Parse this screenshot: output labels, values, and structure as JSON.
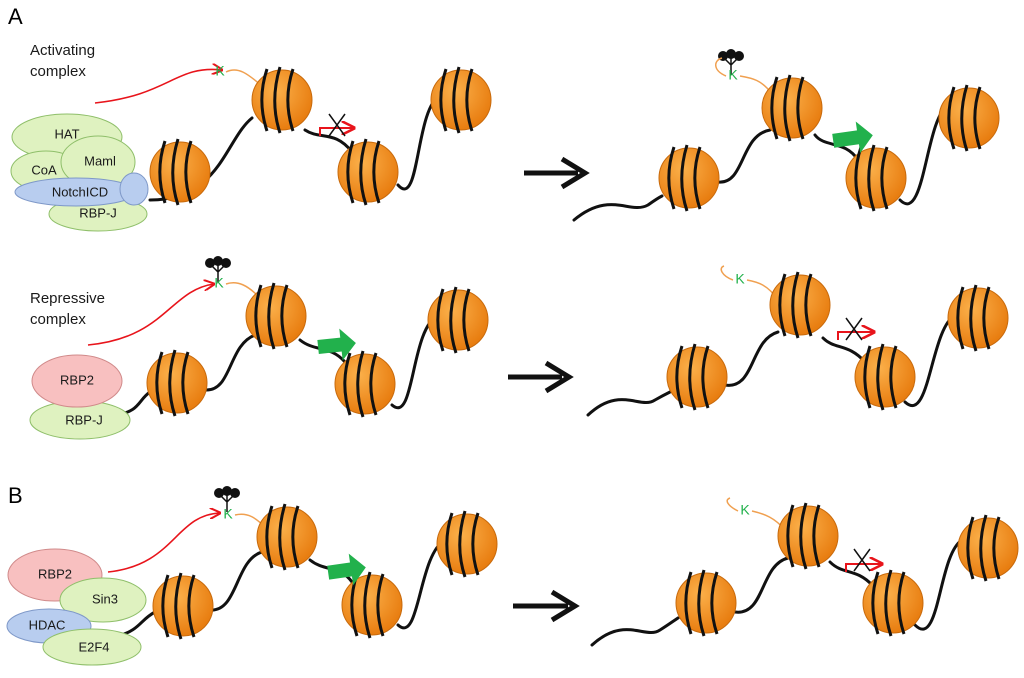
{
  "panels": {
    "a_letter": "A",
    "b_letter": "B"
  },
  "labels": {
    "activating_line1": "Activating",
    "activating_line2": "complex",
    "repressive_line1": "Repressive",
    "repressive_line2": "complex"
  },
  "proteins": {
    "hat": "HAT",
    "coa": "CoA",
    "maml": "Maml",
    "notchicd": "NotchICD",
    "rbpj_a1": "RBP-J",
    "rbp2_a2": "RBP2",
    "rbpj_a2": "RBP-J",
    "rbp2_b": "RBP2",
    "sin3": "Sin3",
    "hdac": "HDAC",
    "e2f4": "E2F4"
  },
  "residue": "K",
  "colors": {
    "nucleosome": "#f7941d",
    "nucleosome_dark": "#e07810",
    "green_protein": "#dff2c0",
    "blue_protein": "#b8cdef",
    "red_protein": "#f8c0c0",
    "active_arrow": "#22b14c",
    "inactive_arrow": "#e8141b",
    "lysine": "#22b14c",
    "tail": "#f0a050"
  }
}
